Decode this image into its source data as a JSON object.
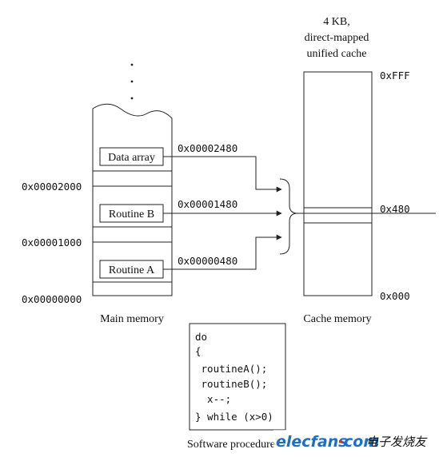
{
  "cache": {
    "title_lines": [
      "4 KB,",
      "direct-mapped",
      "unified cache"
    ],
    "label": "Cache memory",
    "addr_top": "0xFFF",
    "addr_mid": "0x480",
    "addr_bottom": "0x000"
  },
  "main_memory": {
    "label": "Main memory",
    "addr_2000": "0x00002000",
    "addr_1000": "0x00001000",
    "addr_0000": "0x00000000",
    "blocks": [
      {
        "label": "Data array",
        "address": "0x00002480"
      },
      {
        "label": "Routine B",
        "address": "0x00001480"
      },
      {
        "label": "Routine A",
        "address": "0x00000480"
      }
    ]
  },
  "software": {
    "code_lines": [
      "do",
      "{",
      " routineA();",
      " routineB();",
      "  x--;",
      "} while (x>0)"
    ],
    "label": "Software procedure"
  },
  "watermark": {
    "brand": "elecfans",
    "dot": "·",
    "domain": "com",
    "cjk": "电子发烧友"
  },
  "colors": {
    "stroke": "#222222",
    "text": "#111111",
    "watermark_blue": "#1f6fc0",
    "watermark_red": "#d0342c"
  }
}
